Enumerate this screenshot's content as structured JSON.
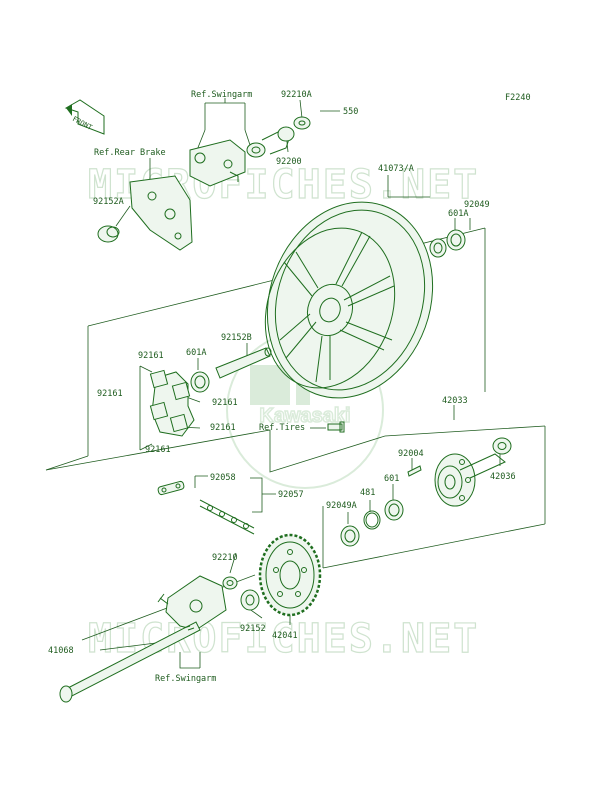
{
  "diagram": {
    "code": "F2240",
    "front_label": "FRONT",
    "watermark": "MICROFICHES.NET",
    "brand": "Kawasaki",
    "labels": {
      "ref_swingarm_top": "Ref.Swingarm",
      "ref_rear_brake": "Ref.Rear Brake",
      "p92210a": "92210A",
      "p550": "550",
      "p92200": "92200",
      "p92152a": "92152A",
      "p41073a": "41073/A",
      "p601a_right": "601A",
      "p92049": "92049",
      "p92152b": "92152B",
      "p92161_top": "92161",
      "p601a_left": "601A",
      "p92161_l": "92161",
      "p92161_r1": "92161",
      "p92161_r2": "92161",
      "p92161_bot": "92161",
      "ref_tires": "Ref.Tires",
      "p42033": "42033",
      "p92004": "92004",
      "p42036": "42036",
      "p601": "601",
      "p481": "481",
      "p92049a": "92049A",
      "p92058": "92058",
      "p92057": "92057",
      "p92210": "92210",
      "p92152": "92152",
      "p42041": "42041",
      "p41068": "41068",
      "ref_swingarm_bottom": "Ref.Swingarm"
    }
  }
}
